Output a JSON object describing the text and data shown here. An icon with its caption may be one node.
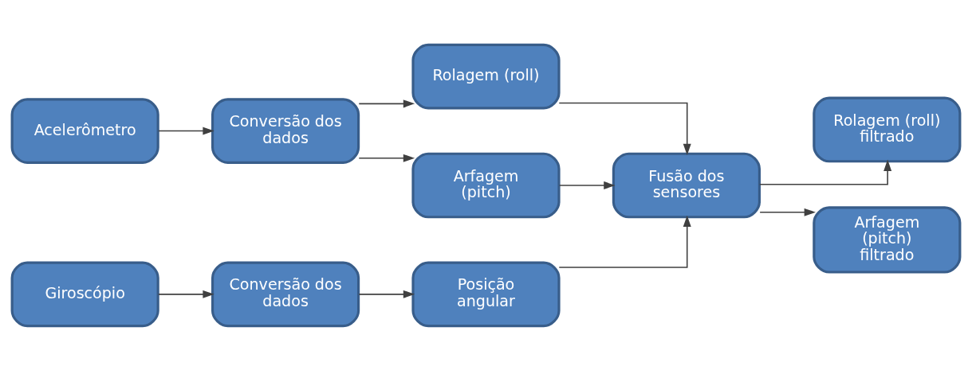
{
  "diagram": {
    "nodes": [
      {
        "text": [
          "Acelerômetro"
        ]
      },
      {
        "text": [
          "Conversão dos dados"
        ]
      },
      {
        "text": [
          "Rolagem (roll)"
        ]
      },
      {
        "text": [
          "Arfagem (pitch)"
        ]
      },
      {
        "text": [
          "Fusão dos sensores"
        ]
      },
      {
        "text": [
          "Rolagem (roll) filtrado"
        ]
      },
      {
        "text": [
          "Arfagem (pitch) filtrado"
        ]
      },
      {
        "text": [
          "Giroscópio"
        ]
      },
      {
        "text": [
          "Conversão dos dados"
        ]
      },
      {
        "text": [
          "Posição angular"
        ]
      }
    ],
    "edges": [
      {
        "from": 0,
        "to": 1,
        "arrow": "to"
      },
      {
        "from": 1,
        "to": 2,
        "arrow": "to"
      },
      {
        "from": 1,
        "to": 3,
        "arrow": "to"
      },
      {
        "from": 2,
        "to": 4,
        "arrow": "to"
      },
      {
        "from": 3,
        "to": 4,
        "arrow": "to"
      },
      {
        "from": 4,
        "to": 5,
        "arrow": "to"
      },
      {
        "from": 4,
        "to": 6,
        "arrow": "to"
      },
      {
        "from": 7,
        "to": 8,
        "arrow": "to"
      },
      {
        "from": 8,
        "to": 9,
        "arrow": "to"
      },
      {
        "from": 9,
        "to": 4,
        "arrow": "to"
      }
    ]
  }
}
